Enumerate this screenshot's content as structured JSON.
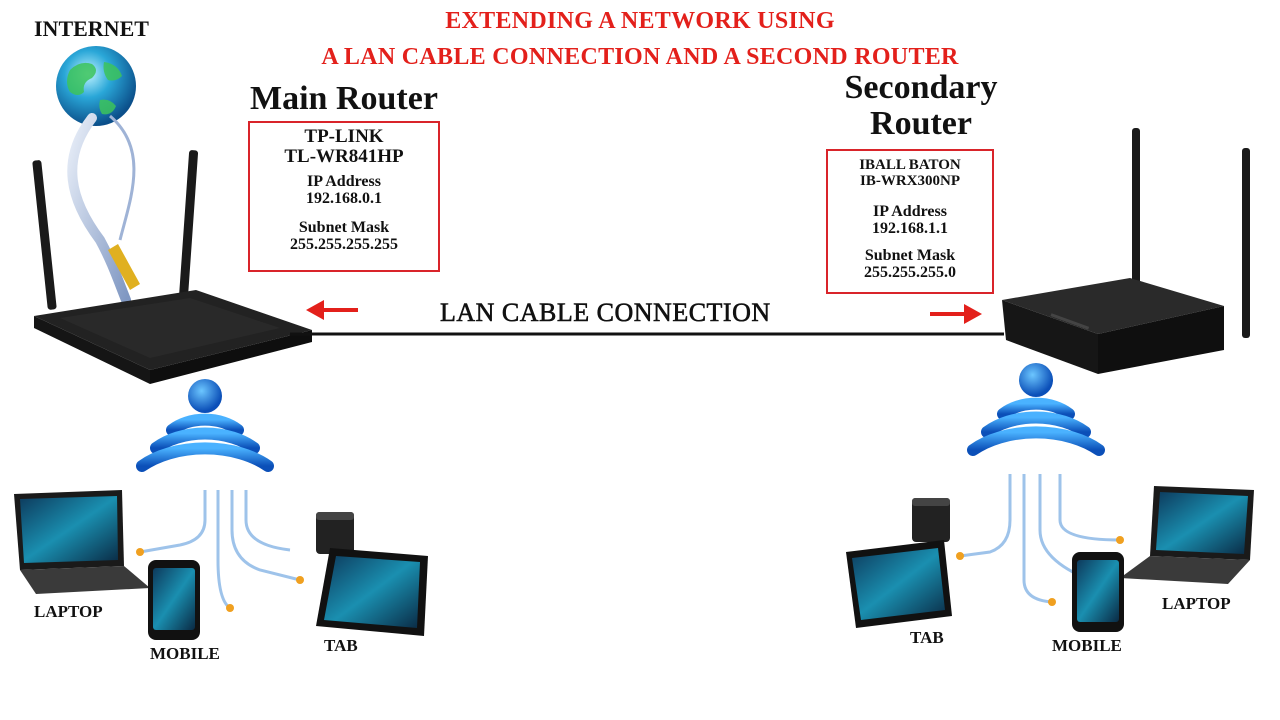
{
  "title": {
    "line1": "EXTENDING A NETWORK USING",
    "line2": "A LAN CABLE CONNECTION AND A SECOND ROUTER",
    "color": "#e3201b"
  },
  "internet_label": "INTERNET",
  "main_router": {
    "heading": "Main Router",
    "model_line1": "TP-LINK",
    "model_line2": "TL-WR841HP",
    "ip_label": "IP Address",
    "ip_value": "192.168.0.1",
    "subnet_label": "Subnet Mask",
    "subnet_value": "255.255.255.255"
  },
  "secondary_router": {
    "heading_line1": "Secondary",
    "heading_line2": "Router",
    "model_line1": "IBALL BATON",
    "model_line2": "IB-WRX300NP",
    "ip_label": "IP Address",
    "ip_value": "192.168.1.1",
    "subnet_label": "Subnet Mask",
    "subnet_value": "255.255.255.0"
  },
  "connection_label": "LAN CABLE CONNECTION",
  "left_devices": {
    "laptop": "LAPTOP",
    "mobile": "MOBILE",
    "tab": "TAB"
  },
  "right_devices": {
    "laptop": "LAPTOP",
    "mobile": "MOBILE",
    "tab": "TAB"
  },
  "colors": {
    "accent_red": "#d9242a",
    "wifi_blue": "#1a6fd1",
    "router_black": "#1a1a1a"
  }
}
